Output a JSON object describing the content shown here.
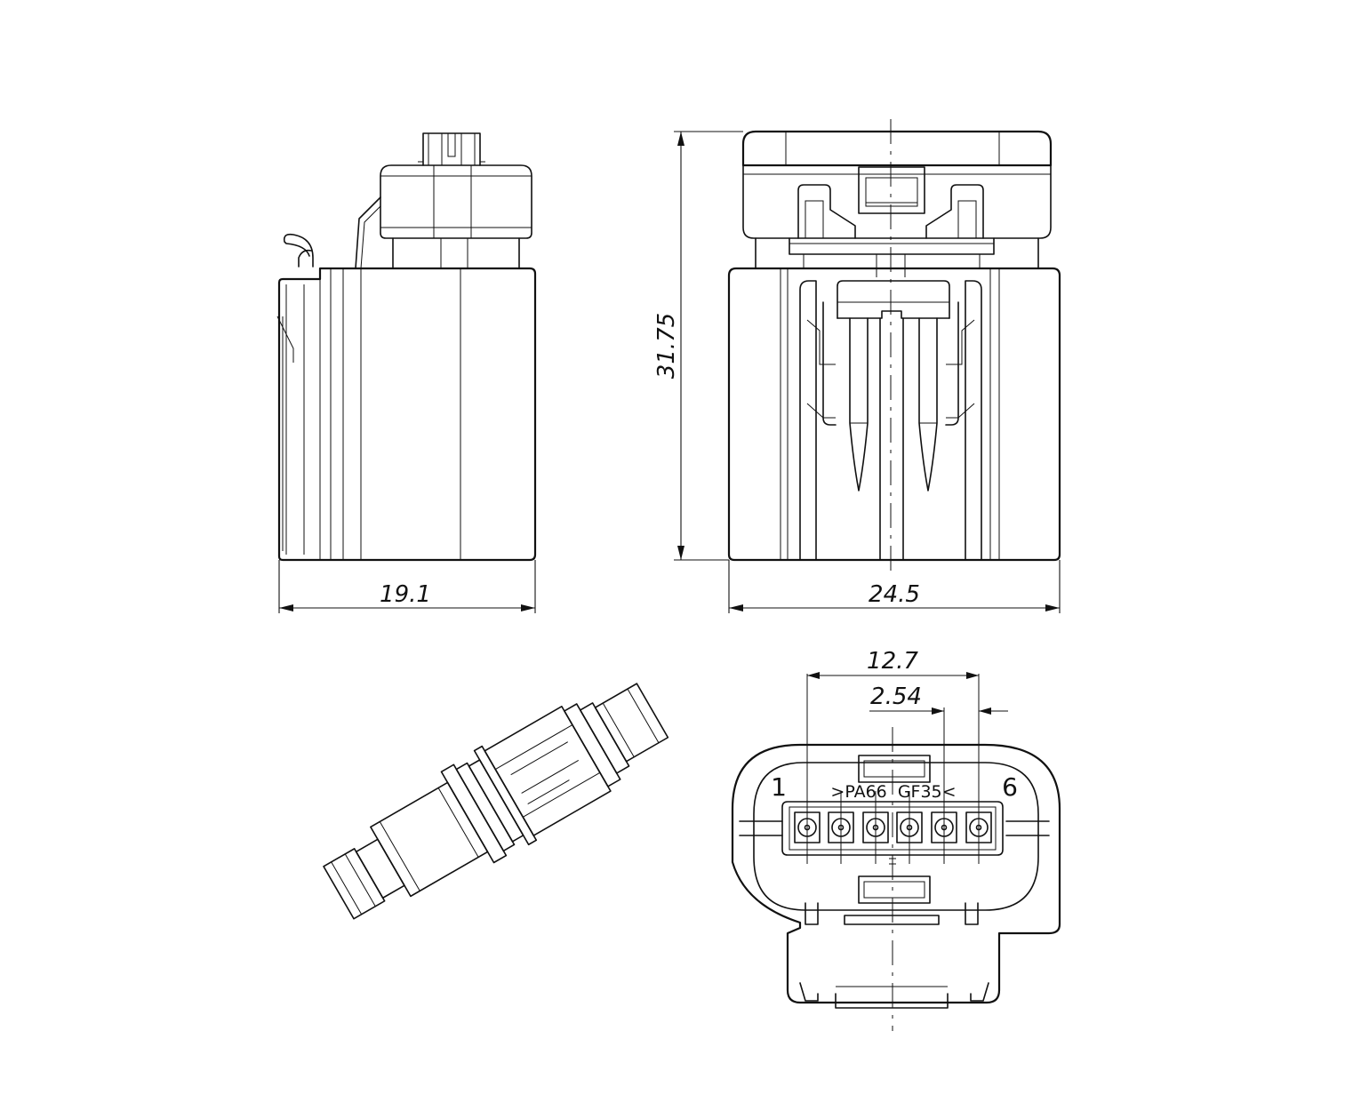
{
  "dimensions": {
    "side_width": "19.1",
    "front_width": "24.5",
    "height": "31.75",
    "pin_span": "12.7",
    "pin_pitch": "2.54"
  },
  "face": {
    "material_mark": ">PA66  GF35<",
    "pin_first": "1",
    "pin_last": "6"
  }
}
